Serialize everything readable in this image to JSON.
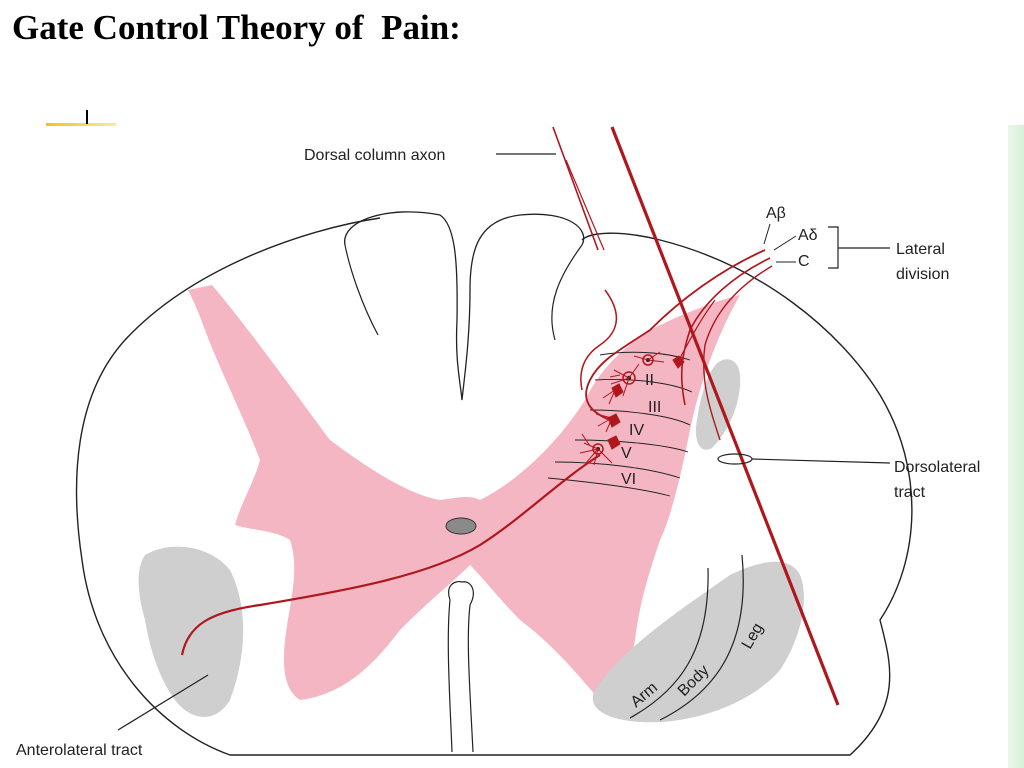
{
  "slide": {
    "title": "Gate Control Theory of  Pain:"
  },
  "diagram": {
    "labels": {
      "dorsal_column_axon": "Dorsal column axon",
      "a_beta": "Aβ",
      "a_delta": "Aδ",
      "c_fiber": "C",
      "lateral_division_line1": "Lateral",
      "lateral_division_line2": "division",
      "dorsolateral_tract_line1": "Dorsolateral",
      "dorsolateral_tract_line2": "tract",
      "anterolateral_tract": "Anterolateral tract"
    },
    "laminae": [
      "II",
      "III",
      "IV",
      "V",
      "VI"
    ],
    "somatotopy": [
      "Arm",
      "Body",
      "Leg"
    ]
  },
  "colors": {
    "gray_matter": "#f5b6c4",
    "tract_gray": "#cfcfcf",
    "fiber_red": "#b0171d",
    "outline": "#222222",
    "central_canal": "#8a8a8a",
    "accent_bar": "#f0c419"
  }
}
